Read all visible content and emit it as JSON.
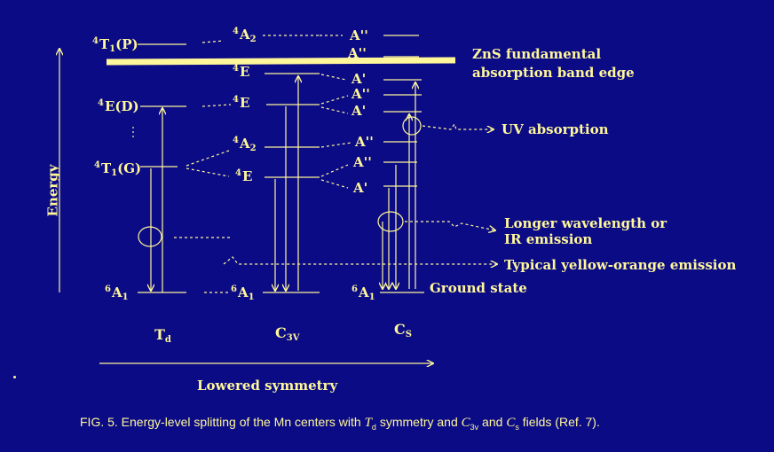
{
  "colors": {
    "background": "#0b0b86",
    "ink": "#fff79a"
  },
  "axis": {
    "energy": "Energy",
    "symmetry": "Lowered symmetry"
  },
  "band_edge": {
    "line1": "ZnS fundamental",
    "line2": "absorption band edge"
  },
  "annotations": {
    "uv": "UV  absorption",
    "ir_line1": "Longer wavelength or",
    "ir_line2": "IR  emission",
    "yellow": "Typical yellow-orange emission",
    "ground": "Ground  state"
  },
  "columns": {
    "td": "T",
    "td_sub": "d",
    "c3v": "C",
    "c3v_sub": "3V",
    "cs": "C",
    "cs_sub": "S"
  },
  "td_levels": {
    "t1p_sup": "4",
    "t1p_main": "T",
    "t1p_sub": "1",
    "t1p_tail": "(P)",
    "ed_sup": "4",
    "ed_main": "E(D)",
    "t1g_sup": "4",
    "t1g_main": "T",
    "t1g_sub": "1",
    "t1g_tail": "(G)",
    "a1_sup": "6",
    "a1_main": "A",
    "a1_sub": "1"
  },
  "c3v_levels": {
    "a2top_sup": "4",
    "a2top_main": "A",
    "a2top_sub": "2",
    "e1_sup": "4",
    "e1_main": "E",
    "e2_sup": "4",
    "e2_main": "E",
    "a2mid_sup": "4",
    "a2mid_main": "A",
    "a2mid_sub": "2",
    "e3_sup": "4",
    "e3_main": "E",
    "a1_sup": "6",
    "a1_main": "A",
    "a1_sub": "1"
  },
  "cs_levels": {
    "l1": "A''",
    "l2": "A''",
    "l3": "A'",
    "l4": "A''",
    "l5": "A'",
    "l6": "A''",
    "l7": "A''",
    "l8": "A'",
    "a1_sup": "6",
    "a1_main": "A",
    "a1_sub": "1"
  },
  "caption": {
    "prefix": "FIG. 5.  Energy-level splitting of the Mn centers with ",
    "td": "T",
    "td_sub": "d",
    "mid": " symmetry and ",
    "c3v": "C",
    "c3v_sub": "3v",
    "and": " and ",
    "cs": "C",
    "cs_sub": "s",
    "suffix": " fields (Ref. 7)."
  }
}
